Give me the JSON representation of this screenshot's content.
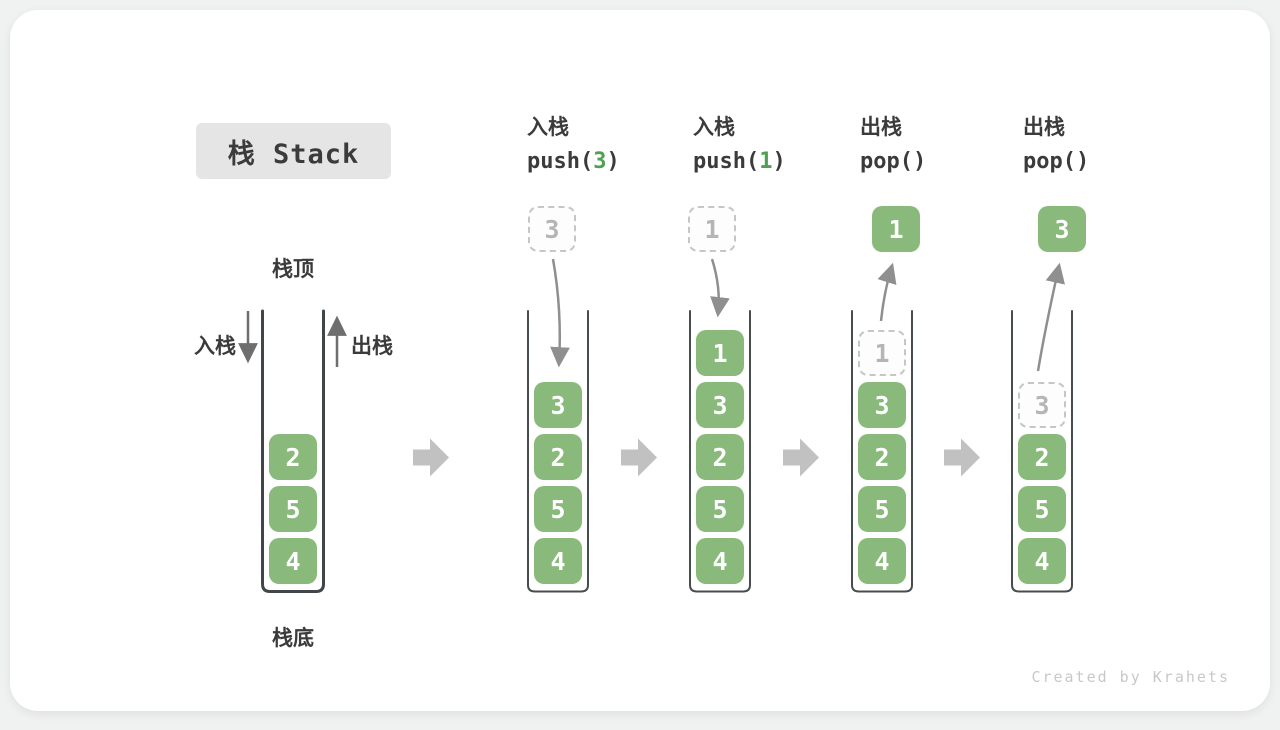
{
  "title": {
    "text": "栈 Stack"
  },
  "axis_labels": {
    "top": "栈顶",
    "bottom": "栈底",
    "push": "入栈",
    "pop": "出栈"
  },
  "ops": {
    "c2": {
      "label": "入栈",
      "pre": "push(",
      "arg": "3",
      "post": ")"
    },
    "c3": {
      "label": "入栈",
      "pre": "push(",
      "arg": "1",
      "post": ")"
    },
    "c4": {
      "label": "出栈",
      "pre": "pop(",
      "arg": "",
      "post": ")"
    },
    "c5": {
      "label": "出栈",
      "pre": "pop(",
      "arg": "",
      "post": ")"
    }
  },
  "floating": {
    "c2": "3",
    "c3": "1",
    "c4": "1",
    "c5": "3"
  },
  "stacks": {
    "s1": [
      "2",
      "5",
      "4"
    ],
    "s2": [
      "3",
      "2",
      "5",
      "4"
    ],
    "s3": [
      "1",
      "3",
      "2",
      "5",
      "4"
    ],
    "s4": [
      "1",
      "3",
      "2",
      "5",
      "4"
    ],
    "s5": [
      "3",
      "2",
      "5",
      "4"
    ]
  },
  "watermark": {
    "text": "Created by Krahets"
  },
  "colors": {
    "box_green": "#89ba7c",
    "code_arg_green": "#4fa052",
    "dark_text": "#3b3b3b",
    "wall_dark": "#41464a",
    "curve_arrow_gray": "#8f8f8f",
    "block_arrow_gray": "#c1c1c1",
    "dashed_border": "#c6c6c6",
    "ghost_text": "#b5b5b5",
    "title_box_bg": "#e5e5e5",
    "watermark_gray": "#c8c8c8"
  }
}
